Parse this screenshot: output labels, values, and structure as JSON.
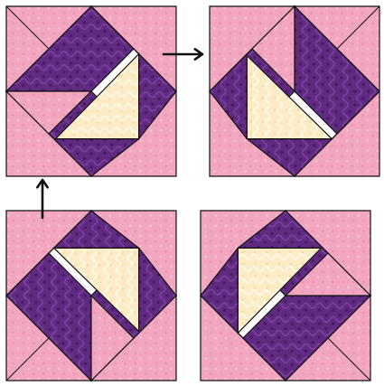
{
  "colors": {
    "background": "#ffffff",
    "pink": "#f2a6c0",
    "pink_light": "#f7c4d6",
    "purple": "#5f2a80",
    "purple_dark": "#3f1359",
    "cream": "#fbecc6",
    "cream_light": "#fff8e3",
    "outline": "#111111",
    "arrow": "#111111"
  },
  "blocks": [
    {
      "name": "block-top-left",
      "rotation": 0
    },
    {
      "name": "block-top-right",
      "rotation": 90
    },
    {
      "name": "block-bottom-left",
      "rotation": 270
    },
    {
      "name": "block-bottom-right",
      "rotation": 180
    }
  ],
  "arrows": [
    {
      "name": "arrow-right",
      "direction": "right"
    },
    {
      "name": "arrow-up",
      "direction": "up"
    }
  ]
}
